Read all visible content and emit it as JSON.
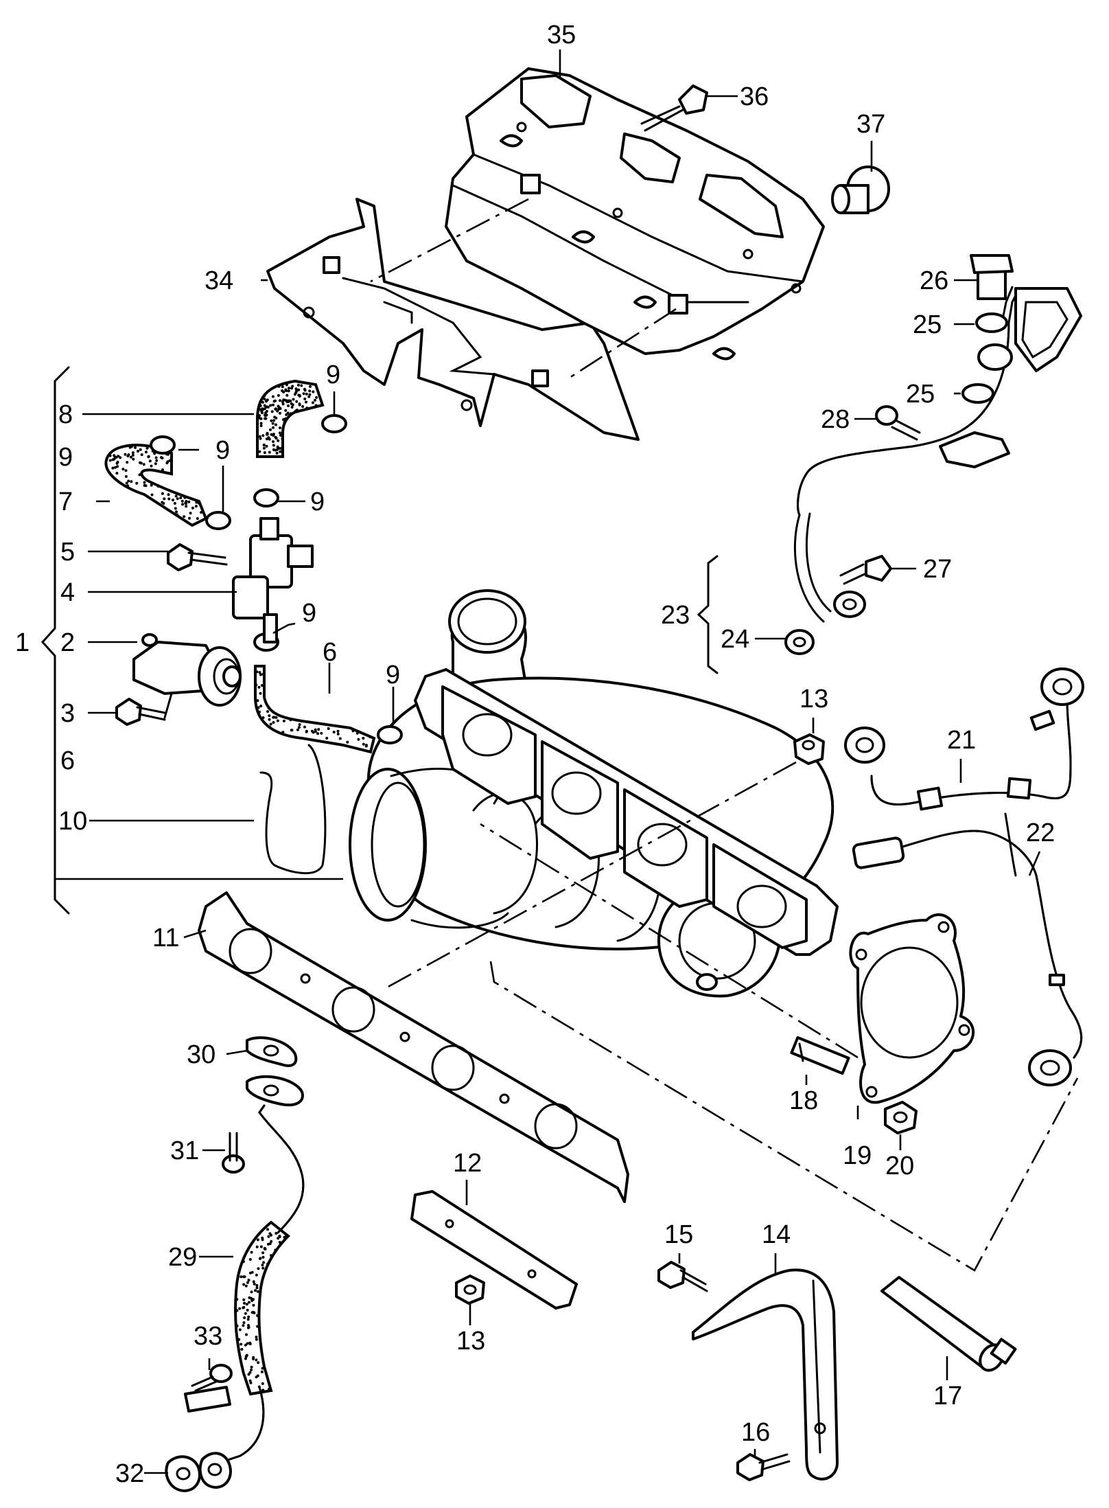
{
  "callouts": {
    "c1": "1",
    "c2": "2",
    "c3": "3",
    "c4": "4",
    "c5": "5",
    "c6a": "6",
    "c6b": "6",
    "c7": "7",
    "c8": "8",
    "c9a": "9",
    "c9b": "9",
    "c9c": "9",
    "c9d": "9",
    "c9e": "9",
    "c9f": "9",
    "c9g": "9",
    "c10": "10",
    "c11": "11",
    "c12": "12",
    "c13a": "13",
    "c13b": "13",
    "c14": "14",
    "c15": "15",
    "c16": "16",
    "c17": "17",
    "c18": "18",
    "c19": "19",
    "c20": "20",
    "c21": "21",
    "c22": "22",
    "c23": "23",
    "c24": "24",
    "c25a": "25",
    "c25b": "25",
    "c26": "26",
    "c27": "27",
    "c28": "28",
    "c29": "29",
    "c30": "30",
    "c31": "31",
    "c32": "32",
    "c33": "33",
    "c34": "34",
    "c35": "35",
    "c36": "36",
    "c37": "37"
  }
}
